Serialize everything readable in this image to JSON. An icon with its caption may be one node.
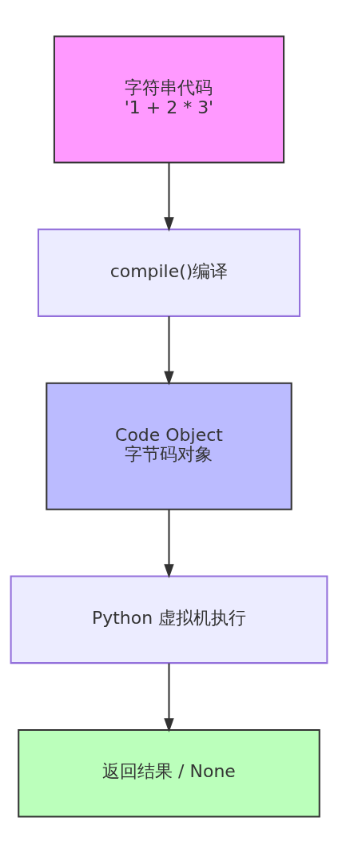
{
  "diagram": {
    "nodes": [
      {
        "text": [
          "字符串代码",
          "'1 + 2 * 3'"
        ]
      },
      {
        "text": [
          "compile()编译"
        ]
      },
      {
        "text": [
          "Code Object",
          "字节码对象"
        ]
      },
      {
        "text": [
          "Python 虚拟机执行"
        ]
      },
      {
        "text": [
          "返回结果 / None"
        ]
      }
    ],
    "edges": [
      {
        "from": 0,
        "to": 1,
        "arrow": "to"
      },
      {
        "from": 1,
        "to": 2,
        "arrow": "to"
      },
      {
        "from": 2,
        "to": 3,
        "arrow": "to"
      },
      {
        "from": 3,
        "to": 4,
        "arrow": "to"
      }
    ]
  }
}
